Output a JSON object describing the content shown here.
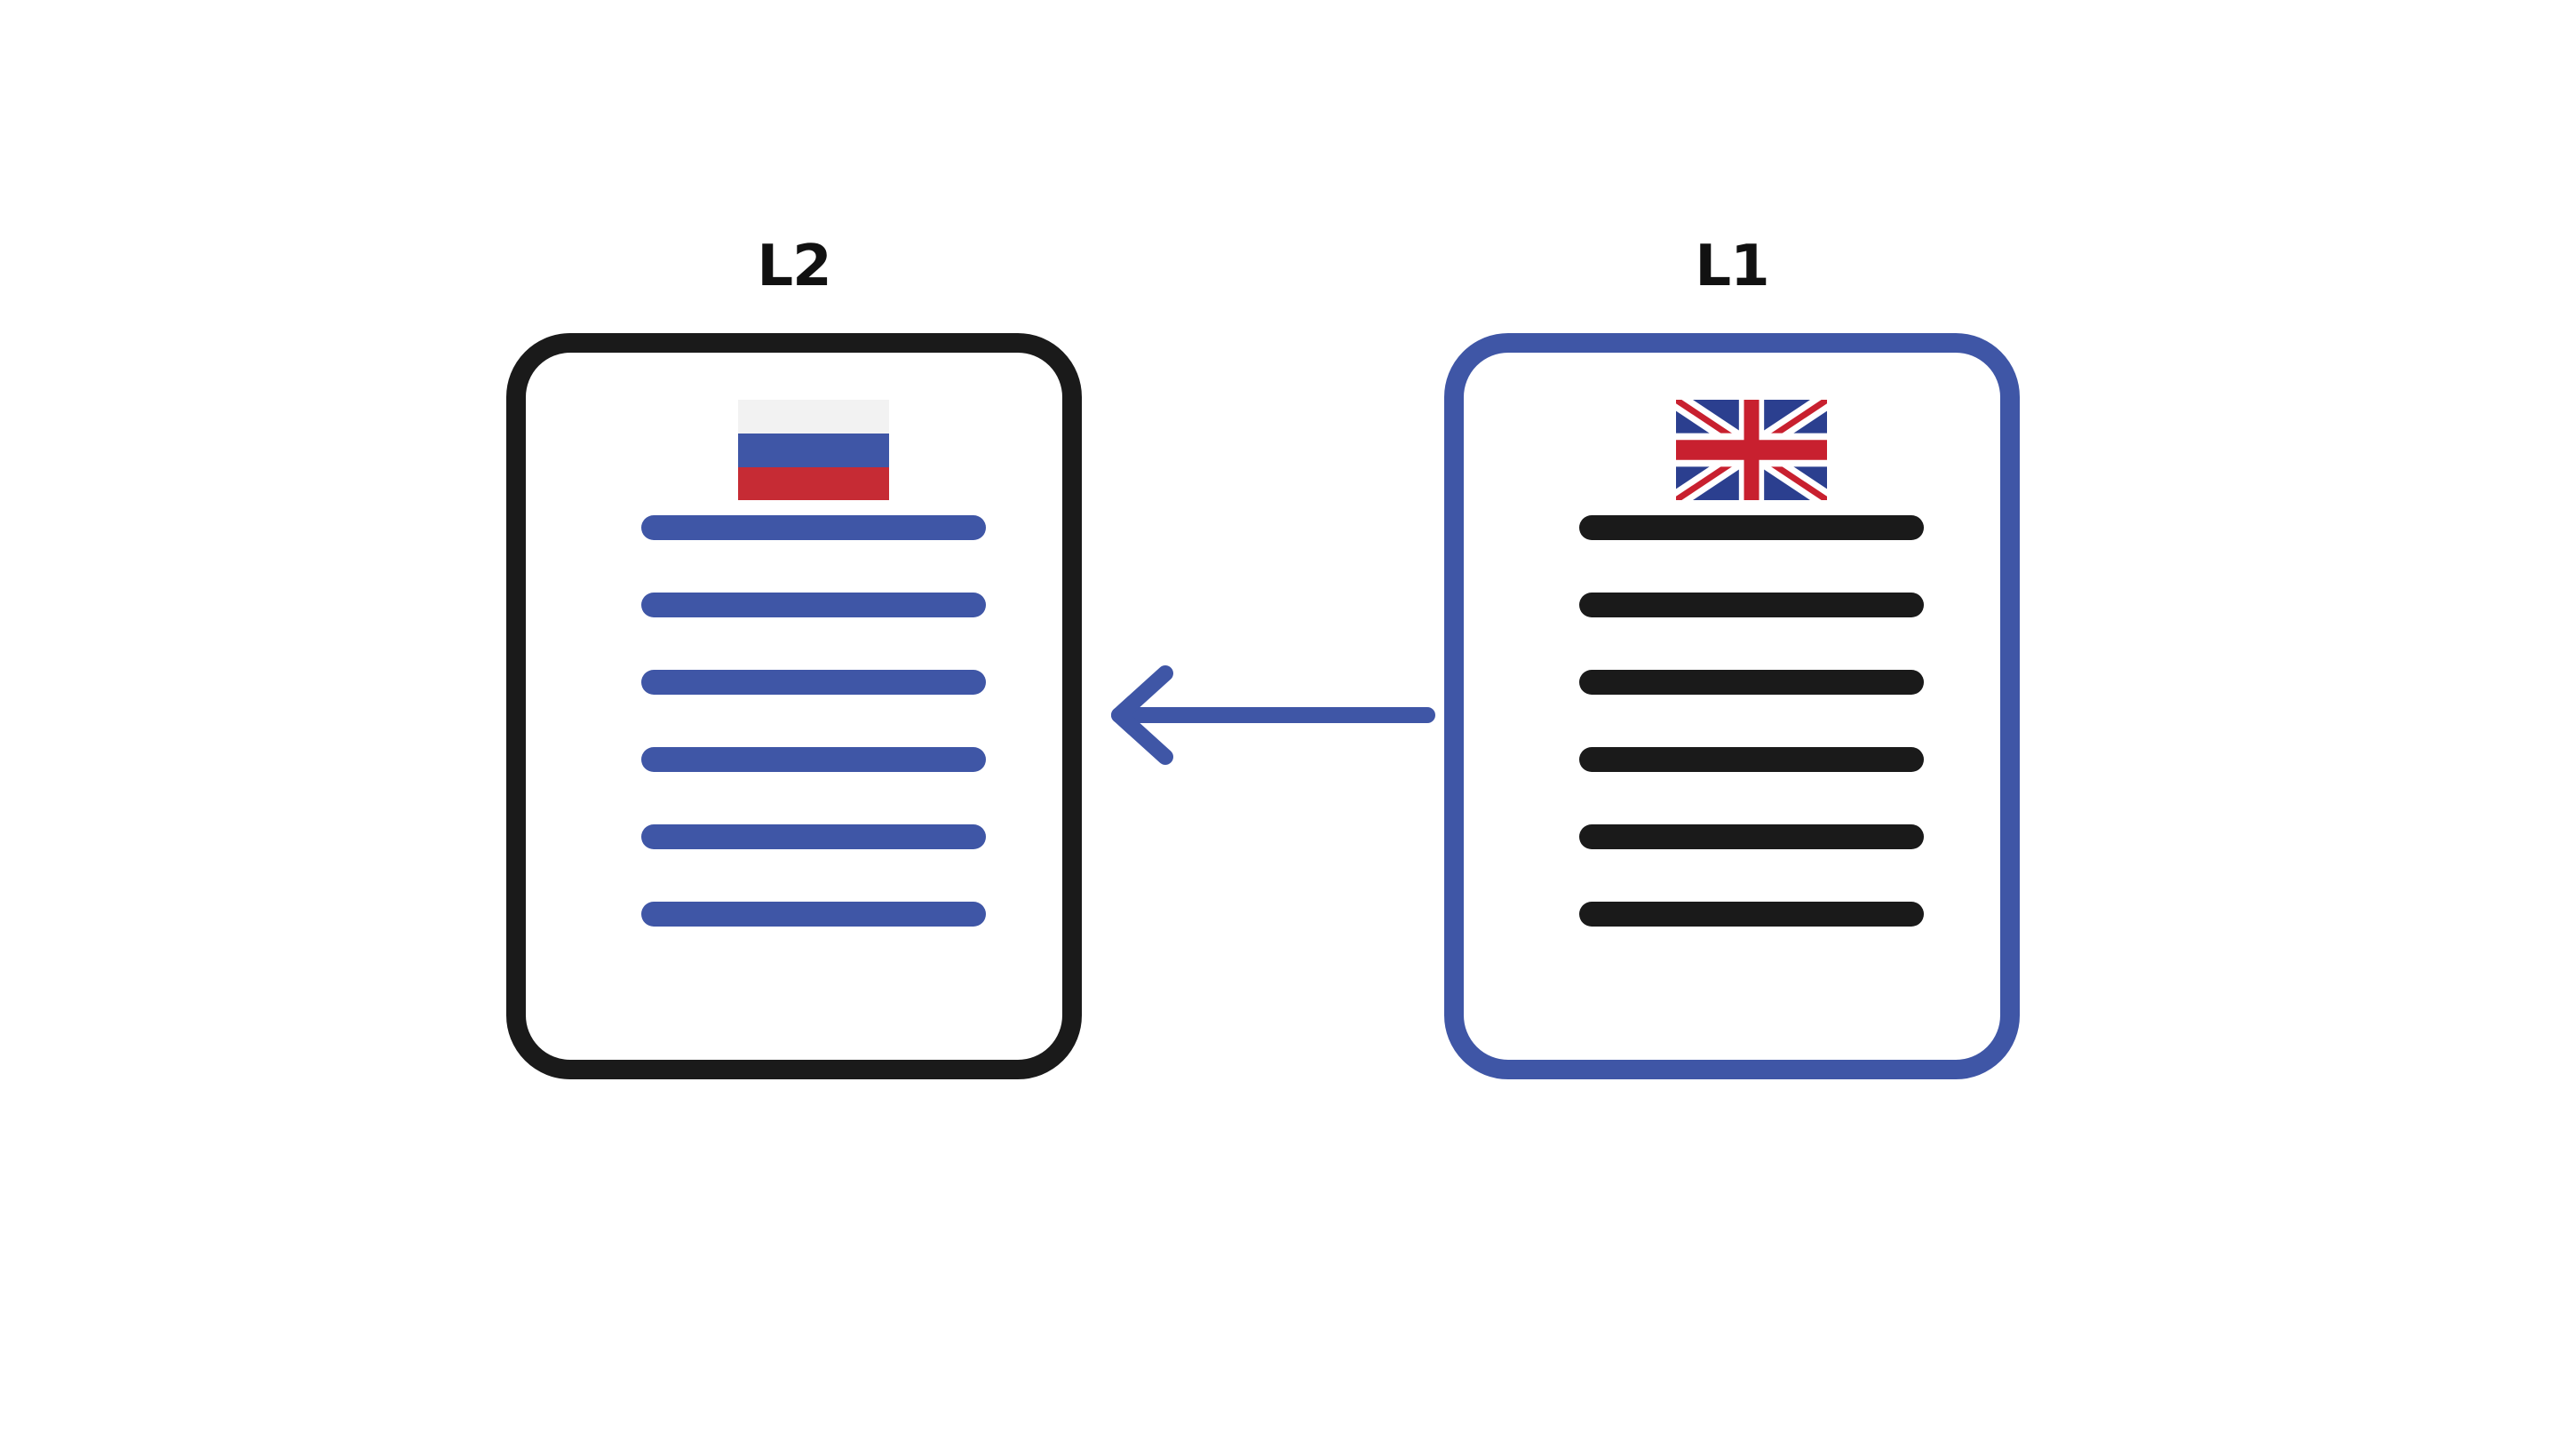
{
  "labels": {
    "left": "L2",
    "right": "L1"
  },
  "left_document": {
    "flag_icon": "russia-flag-icon",
    "text_line_count": 6,
    "border_color": "#1a1a1a",
    "line_color": "#3f56a6"
  },
  "right_document": {
    "flag_icon": "uk-flag-icon",
    "text_line_count": 6,
    "border_color": "#3f56a6",
    "line_color": "#1a1a1a"
  },
  "arrow": {
    "icon": "arrow-left-icon",
    "direction": "right-to-left",
    "color": "#3f56a6"
  }
}
